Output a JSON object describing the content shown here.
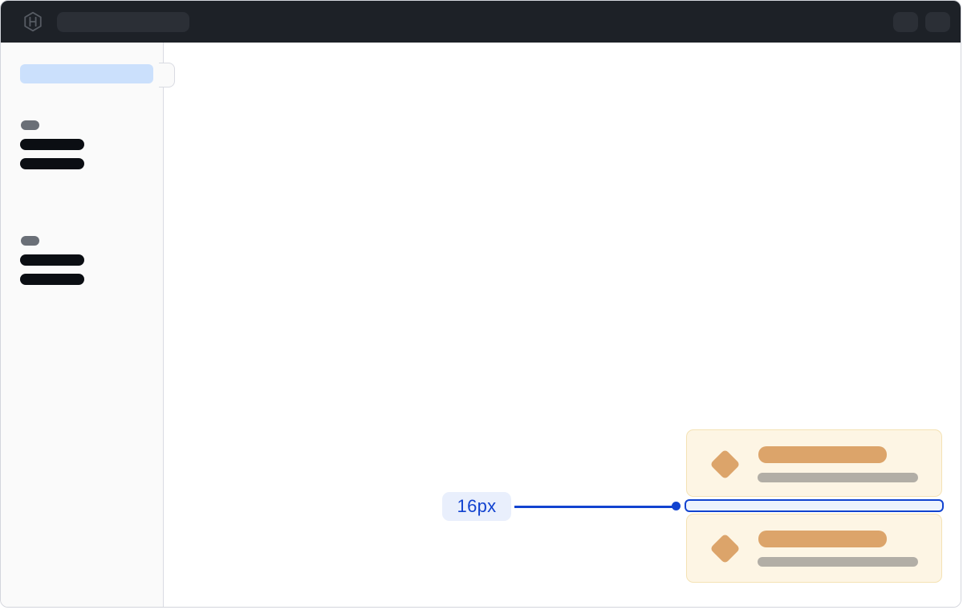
{
  "topnav": {
    "logo_icon": "hashicorp-logo",
    "search_skeleton": "nav-search-placeholder",
    "action_skeletons": [
      "nav-action-pill",
      "nav-action-pill"
    ]
  },
  "sidebar": {
    "active_item_skeleton": "active-nav-item",
    "collapse_handle": "sidebar-collapse-handle",
    "groups": [
      {
        "label_skeleton": "section-label",
        "item_skeletons": 2
      },
      {
        "label_skeleton": "section-label",
        "item_skeletons": 2
      }
    ]
  },
  "main": {
    "cards": [
      {
        "icon": "diamond-icon",
        "title_skeleton": "card-title-bar",
        "subtitle_skeleton": "card-subtitle-bar"
      },
      {
        "icon": "diamond-icon",
        "title_skeleton": "card-title-bar",
        "subtitle_skeleton": "card-subtitle-bar"
      }
    ],
    "annotation": {
      "gap_label": "16px",
      "measured_element": "gap-between-cards"
    }
  },
  "colors": {
    "topnav_bg": "#1d2127",
    "topnav_pill": "#2b2f36",
    "sidebar_bg": "#fafafa",
    "sidebar_border": "#d9dbe2",
    "active_item_bg": "#cbe0fc",
    "section_label_bg": "#6a6f77",
    "skeleton_bar": "#0b0e13",
    "card_bg": "#fdf5e4",
    "card_border": "#f4e2b4",
    "card_icon": "#dca46a",
    "card_subtext_bar": "#b2aea6",
    "accent_blue": "#1243d0",
    "label_pill_bg": "#e9effc",
    "gap_fill": "#edf3fd",
    "frame_border": "#d3d5dc"
  }
}
